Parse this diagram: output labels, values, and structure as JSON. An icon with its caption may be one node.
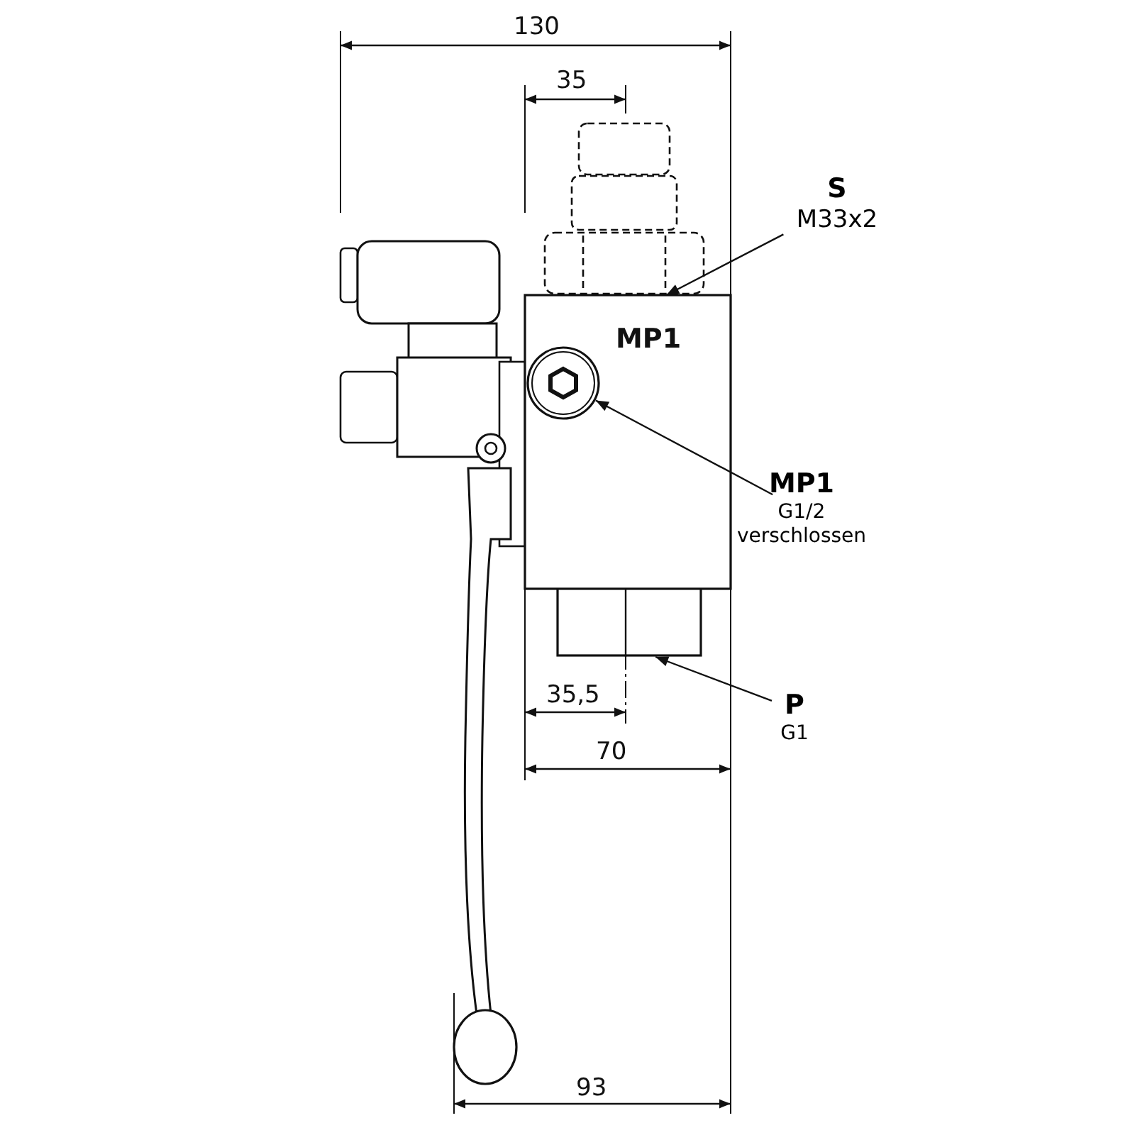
{
  "diagram": {
    "nodes": [
      {
        "text": [
          "S",
          "M33x2"
        ]
      },
      {
        "text": [],
        "shape": "picture"
      },
      {
        "text": [
          "MP1",
          "G1/2",
          "verschlossen"
        ]
      },
      {
        "text": [],
        "shape": "circle"
      },
      {
        "text": [
          "P",
          "G1"
        ]
      },
      {
        "text": [],
        "shape": "box"
      }
    ],
    "edges": [
      {
        "from": 0,
        "to": 1,
        "arrow": "to"
      },
      {
        "from": 2,
        "to": 3,
        "arrow": "to"
      },
      {
        "from": 4,
        "to": 5,
        "arrow": "to"
      }
    ],
    "labels": [
      "130",
      "35",
      "MP1",
      "35,5",
      "70",
      "93"
    ]
  }
}
